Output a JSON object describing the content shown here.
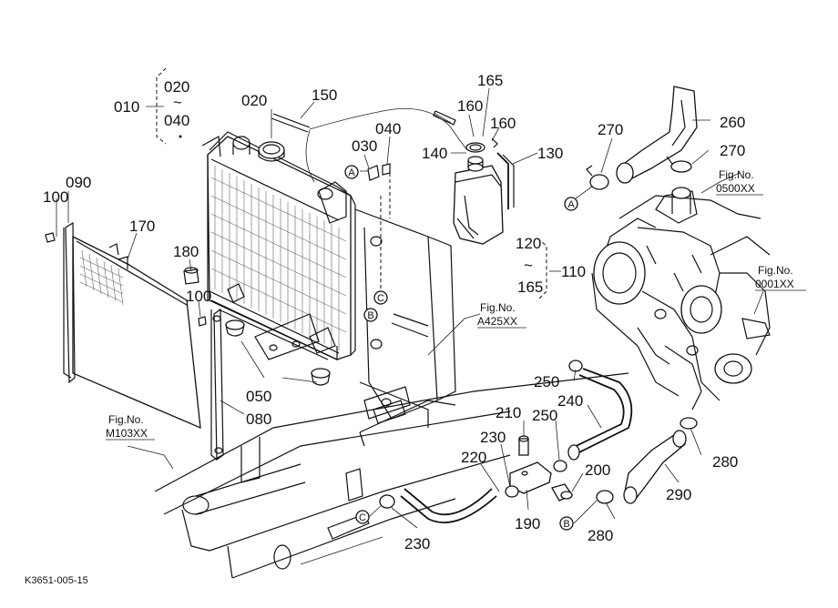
{
  "diagram": {
    "footer_code": "K3651-005-15",
    "group_labels": {
      "g010": "010",
      "g010_from": "020",
      "g010_tilde": "~",
      "g010_to": "040",
      "g110": "110",
      "g110_from": "120",
      "g110_tilde": "~",
      "g110_to": "165"
    },
    "part_labels": {
      "p150": "150",
      "p165_top": "165",
      "p160a": "160",
      "p160b": "160",
      "p140": "140",
      "p130": "130",
      "p020": "020",
      "p030": "030",
      "p040": "040",
      "p270a": "270",
      "p260": "260",
      "p270b": "270",
      "p100a": "100",
      "p090": "090",
      "p170": "170",
      "p180": "180",
      "p100b": "100",
      "p050": "050",
      "p080": "080",
      "p250a": "250",
      "p240": "240",
      "p210": "210",
      "p250b": "250",
      "p230a": "230",
      "p220": "220",
      "p200": "200",
      "p280a": "280",
      "p290": "290",
      "p190": "190",
      "p280b": "280",
      "p230b": "230"
    },
    "fig_refs": {
      "r0500": {
        "line1": "Fig.No.",
        "line2": "0500XX"
      },
      "r0001": {
        "line1": "Fig.No.",
        "line2": "0001XX"
      },
      "rA425": {
        "line1": "Fig.No.",
        "line2": "A425XX"
      },
      "rM103": {
        "line1": "Fig.No.",
        "line2": "M103XX"
      }
    },
    "callouts": {
      "cA1": "A",
      "cA2": "A",
      "cB1": "B",
      "cB2": "B",
      "cC1": "C",
      "cC2": "C"
    }
  }
}
